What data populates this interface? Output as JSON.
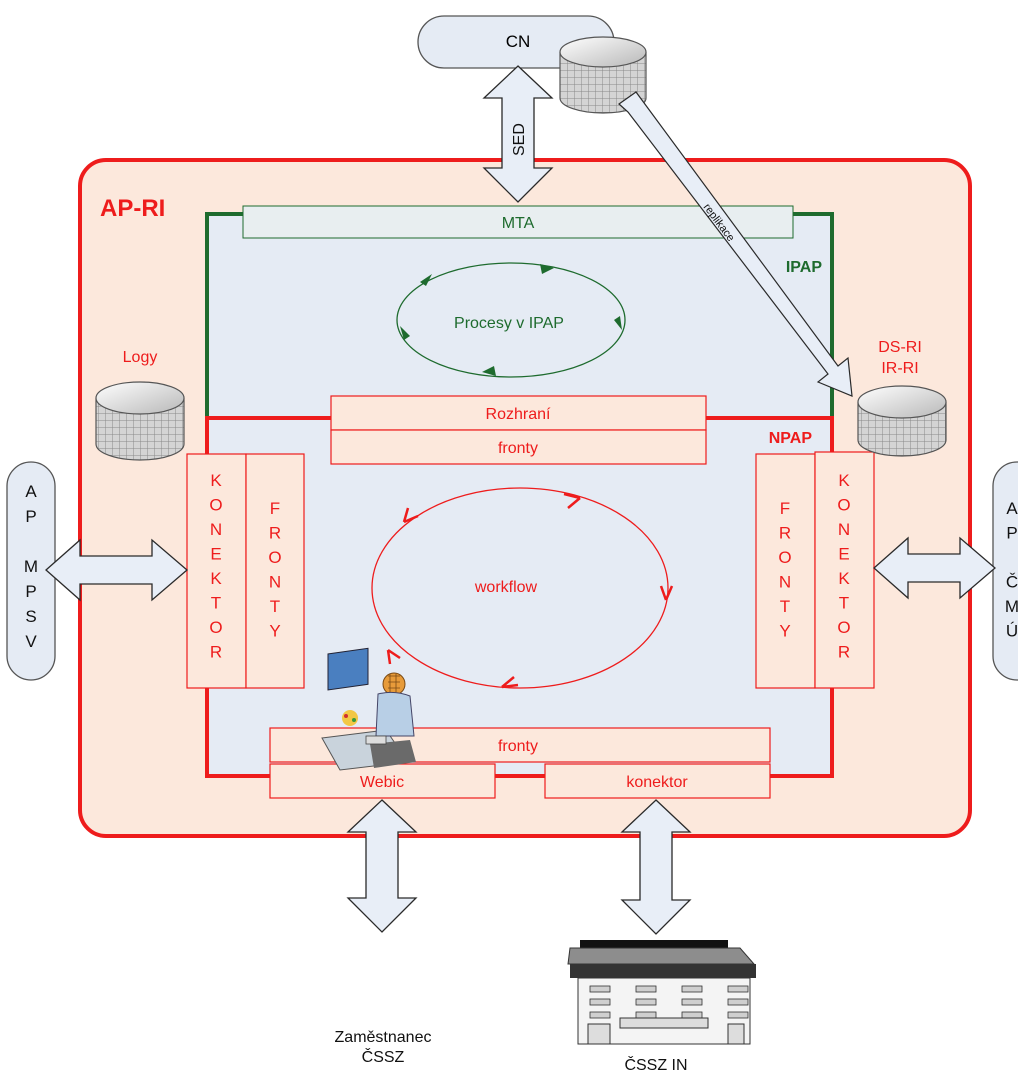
{
  "cn": "CN",
  "sed": "SED",
  "replication": "replikace",
  "ap_ri": "AP-RI",
  "mta": "MTA",
  "ipap": "IPAP",
  "ipap_process": "Procesy v IPAP",
  "logs": "Logy",
  "ds_ri": "DS-RI",
  "ir_ri": "IR-RI",
  "interface": "Rozhraní",
  "queues_top": "fronty",
  "npap": "NPAP",
  "workflow": "workflow",
  "left_connector": [
    "K",
    "O",
    "N",
    "E",
    "K",
    "T",
    "O",
    "R"
  ],
  "left_queues": [
    "F",
    "R",
    "O",
    "N",
    "T",
    "Y"
  ],
  "right_queues": [
    "F",
    "R",
    "O",
    "N",
    "T",
    "Y"
  ],
  "right_connector": [
    "K",
    "O",
    "N",
    "E",
    "K",
    "T",
    "O",
    "R"
  ],
  "ap_mpsv": [
    "A",
    "P",
    "",
    "M",
    "P",
    "S",
    "V"
  ],
  "ap_cmu": [
    "A",
    "P",
    "",
    "Č",
    "M",
    "Ú"
  ],
  "queues_bottom": "fronty",
  "webic": "Webic",
  "connector_bottom": "konektor",
  "employee": [
    "Zaměstnanec",
    "ČSSZ"
  ],
  "cssz_in": "ČSSZ IN",
  "colors": {
    "red": "#ee1c1c",
    "green": "#1e6b2e",
    "fill_outer": "#fce8dc",
    "fill_inner": "#e5ebf4",
    "arrow_fill": "#e8eef7",
    "arrow_stroke": "#2a2a2a"
  }
}
